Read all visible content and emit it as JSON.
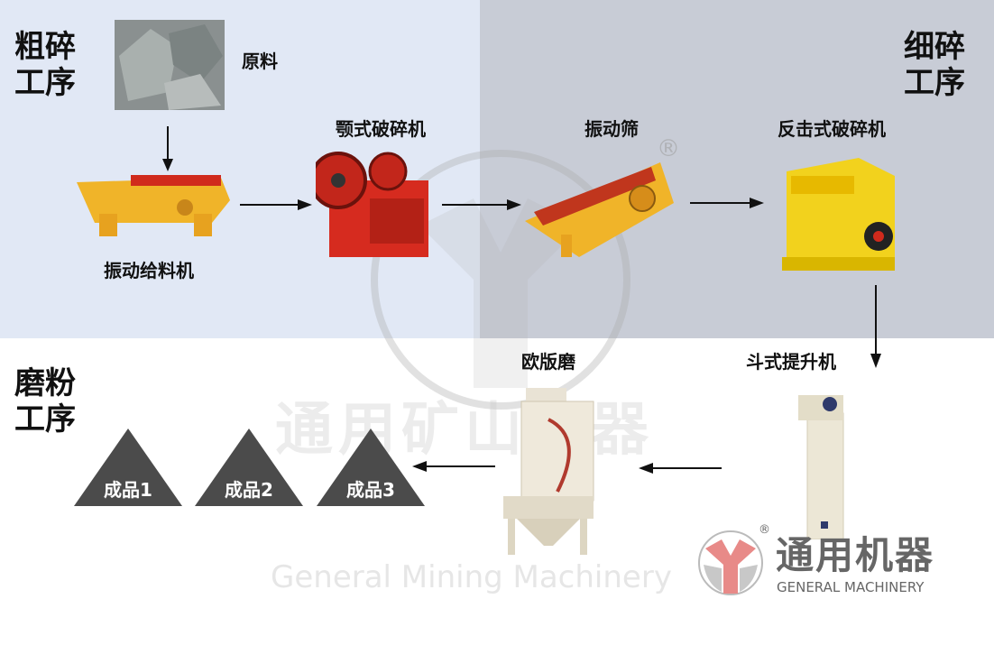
{
  "stages": {
    "coarse": "粗碎\n工序",
    "fine": "细碎\n工序",
    "grind": "磨粉\n工序"
  },
  "machines": {
    "raw": "原料",
    "feeder": "振动给料机",
    "jaw": "颚式破碎机",
    "screen": "振动筛",
    "impact": "反击式破碎机",
    "elevator": "斗式提升机",
    "mill": "欧版磨"
  },
  "products": [
    "成品1",
    "成品2",
    "成品3"
  ],
  "watermark": {
    "cn": "通用矿山机器",
    "en": "General Mining Machinery",
    "registered": "®"
  },
  "logo": {
    "cn": "通用机器",
    "en": "GENERAL MACHINERY",
    "registered": "®"
  },
  "colors": {
    "blue_bg": "#e1e8f5",
    "gray_bg": "#c8ccd6",
    "triangle": "#4b4b4b",
    "logo_red": "#e88a88"
  }
}
